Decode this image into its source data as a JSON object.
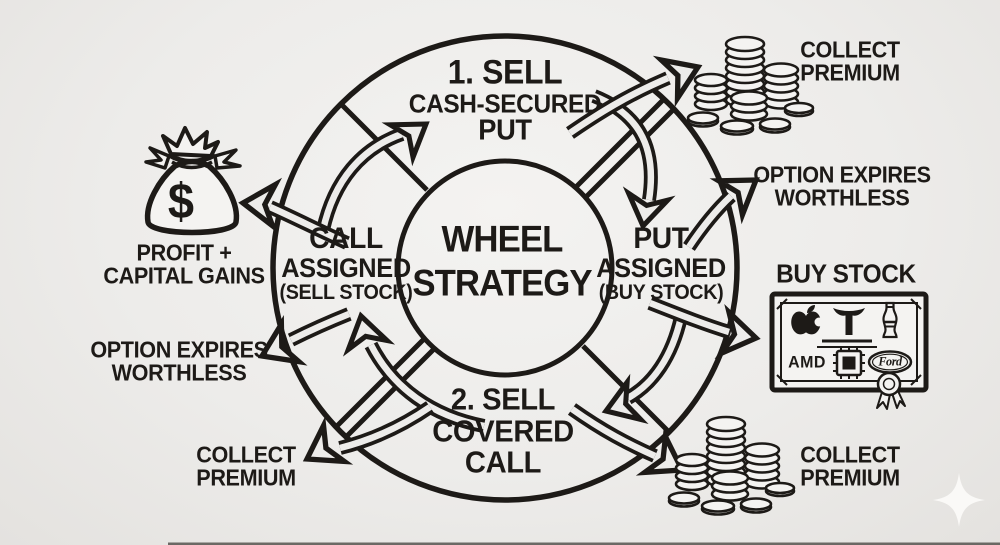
{
  "colors": {
    "paper": "#edecea",
    "ink": "#1d1a17",
    "paper_light": "#f4f3f1",
    "shadow_edge": "#55524e"
  },
  "wheel": {
    "title": {
      "line1": "WHEEL",
      "line2": "STRATEGY"
    },
    "segments": {
      "top": {
        "line1": "1. SELL",
        "line2": "CASH-SECURED",
        "line3": "PUT"
      },
      "right": {
        "line1": "PUT",
        "line2": "ASSIGNED",
        "line3": "(BUY STOCK)"
      },
      "bottom": {
        "line1": "2. SELL",
        "line2": "COVERED",
        "line3": "CALL"
      },
      "left": {
        "line1": "CALL",
        "line2": "ASSIGNED",
        "line3": "(SELL STOCK)"
      }
    }
  },
  "outcomes": {
    "collect_premium_top_right": {
      "line1": "COLLECT",
      "line2": "PREMIUM"
    },
    "option_expires_right": {
      "line1": "OPTION EXPIRES",
      "line2": "WORTHLESS"
    },
    "buy_stock": {
      "label": "BUY STOCK"
    },
    "collect_premium_bottom_right": {
      "line1": "COLLECT",
      "line2": "PREMIUM"
    },
    "collect_premium_bottom_left": {
      "line1": "COLLECT",
      "line2": "PREMIUM"
    },
    "option_expires_left": {
      "line1": "OPTION EXPIRES",
      "line2": "WORTHLESS"
    },
    "profit_capital_gains": {
      "line1": "PROFIT +",
      "line2": "CAPITAL GAINS"
    }
  },
  "icons": {
    "money_bag_symbol": "$",
    "certificate": {
      "amd": "AMD",
      "ford": "Ford"
    }
  }
}
